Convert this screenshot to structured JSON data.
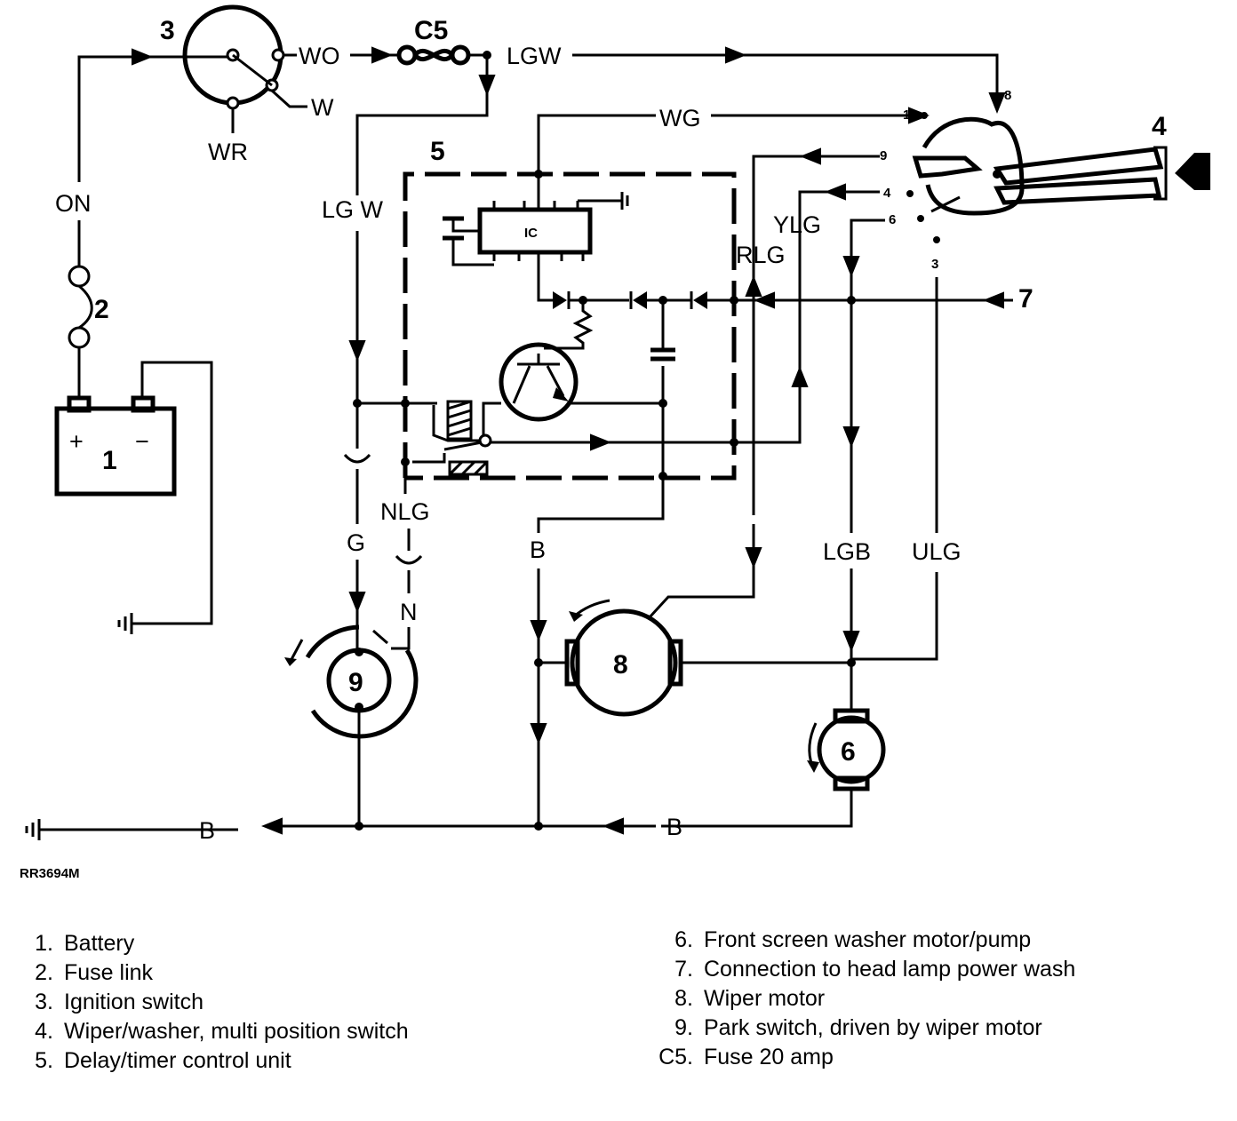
{
  "figure_ref": "RR3694M",
  "wire_labels": {
    "on": "ON",
    "wo": "WO",
    "w": "W",
    "wr": "WR",
    "c5": "C5",
    "lgw_top": "LGW",
    "lgw_side": "LG W",
    "wg": "WG",
    "ylg": "YLG",
    "rlg": "RLG",
    "nlg": "NLG",
    "g": "G",
    "n": "N",
    "b_mid": "B",
    "lgb": "LGB",
    "ulg": "ULG",
    "b_bottom_left": "B",
    "b_bottom_right": "B",
    "ic": "IC"
  },
  "component_numbers": {
    "battery": "1",
    "fuse_link": "2",
    "ignition_switch": "3",
    "multi_switch": "4",
    "delay_unit": "5",
    "washer_motor": "6",
    "headlamp_connection": "7",
    "wiper_motor": "8",
    "park_switch": "9"
  },
  "battery_terminals": {
    "plus": "+",
    "minus": "−"
  },
  "switch_pins": [
    "1",
    "9",
    "4",
    "6",
    "8",
    "3"
  ],
  "legend": {
    "left": [
      {
        "num": "1.",
        "text": "Battery"
      },
      {
        "num": "2.",
        "text": "Fuse link"
      },
      {
        "num": "3.",
        "text": "Ignition switch"
      },
      {
        "num": "4.",
        "text": "Wiper/washer, multi position switch"
      },
      {
        "num": "5.",
        "text": "Delay/timer control unit"
      }
    ],
    "right": [
      {
        "num": "6.",
        "text": "Front screen washer motor/pump"
      },
      {
        "num": "7.",
        "text": "Connection to head lamp power wash"
      },
      {
        "num": "8.",
        "text": "Wiper motor"
      },
      {
        "num": "9.",
        "text": "Park switch, driven by wiper motor"
      },
      {
        "num": "C5.",
        "text": "Fuse 20 amp"
      }
    ]
  }
}
